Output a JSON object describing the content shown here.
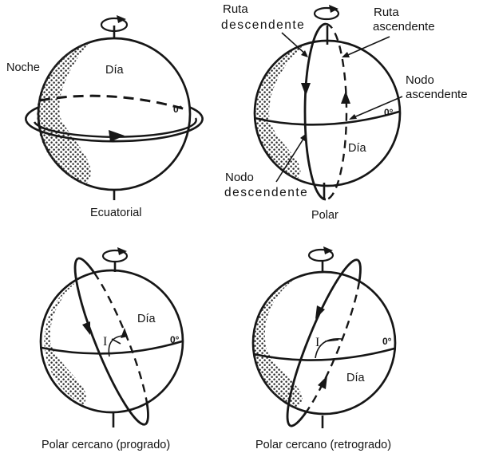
{
  "figure": {
    "background": "#ffffff",
    "ink_color": "#161616",
    "shading_dot_color": "#2e2e2e"
  },
  "panels": {
    "ecuatorial": {
      "caption": "Ecuatorial",
      "night_label": "Noche",
      "day_label": "Día",
      "equator_deg": "0°"
    },
    "polar": {
      "caption": "Polar",
      "day_label": "Día",
      "equator_deg": "0°",
      "ruta_descendente": {
        "line1": "Ruta",
        "line2": "descendente"
      },
      "ruta_ascendente": {
        "line1": "Ruta",
        "line2": "ascendente"
      },
      "nodo_ascendente": {
        "line1": "Nodo",
        "line2": "ascendente"
      },
      "nodo_descendente": {
        "line1": "Nodo",
        "line2": "descendente"
      }
    },
    "polar_cercano_progrado": {
      "caption": "Polar cercano (progrado)",
      "day_label": "Día",
      "equator_deg": "0°",
      "inclination_label": "I"
    },
    "polar_cercano_retrogrado": {
      "caption": "Polar cercano (retrogrado)",
      "day_label": "Día",
      "equator_deg": "0°",
      "inclination_label": "I"
    }
  }
}
